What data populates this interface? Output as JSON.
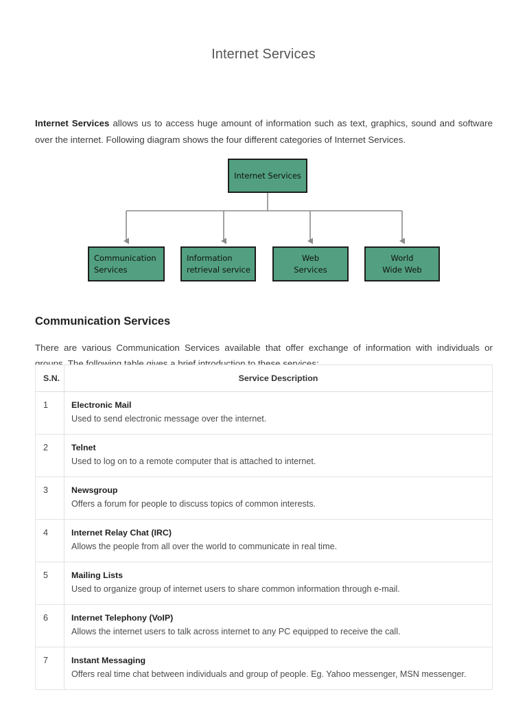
{
  "document": {
    "title": "Internet Services",
    "intro": {
      "lead": "Internet Services",
      "rest": " allows us to access huge amount of information such as text, graphics, sound and software over the internet. Following diagram shows the four different categories of Internet Services."
    }
  },
  "diagram": {
    "box_fill_color": "#52a081",
    "box_border_color": "#1d1d1d",
    "connector_color": "#8a8a8a",
    "root": {
      "label": "Internet Services",
      "lines": [
        "Internet Services"
      ]
    },
    "children": [
      {
        "label": "Communication Services",
        "lines": [
          "Communication",
          "Services"
        ],
        "align": "left"
      },
      {
        "label": "Information retrieval service",
        "lines": [
          "Information",
          "retrieval service"
        ],
        "align": "left"
      },
      {
        "label": "Web Services",
        "lines": [
          "Web",
          "Services"
        ],
        "align": "center"
      },
      {
        "label": "World Wide Web",
        "lines": [
          "World",
          "Wide Web"
        ],
        "align": "center"
      }
    ]
  },
  "section": {
    "heading": "Communication Services",
    "paragraph": "There are various Communication Services available that offer exchange of information with individuals or groups. The following table gives a brief introduction to these services:"
  },
  "table": {
    "columns": [
      "S.N.",
      "Service Description"
    ],
    "rows": [
      {
        "sn": "1",
        "name": "Electronic Mail",
        "description": "Used to send electronic message over the internet."
      },
      {
        "sn": "2",
        "name": "Telnet",
        "description": "Used to log on to a remote computer that is attached to internet."
      },
      {
        "sn": "3",
        "name": "Newsgroup",
        "description": "Offers a forum for people to discuss topics of common interests."
      },
      {
        "sn": "4",
        "name": "Internet Relay Chat (IRC)",
        "description": "Allows the people from all over the world to communicate in real time."
      },
      {
        "sn": "5",
        "name": "Mailing Lists",
        "description": "Used to organize group of internet users to share common information through e-mail."
      },
      {
        "sn": "6",
        "name": "Internet Telephony (VoIP)",
        "description": "Allows the internet users to talk across internet to any PC equipped to receive the call."
      },
      {
        "sn": "7",
        "name": "Instant Messaging",
        "description": "Offers real time chat between individuals and group of people. Eg. Yahoo messenger, MSN messenger."
      }
    ]
  }
}
